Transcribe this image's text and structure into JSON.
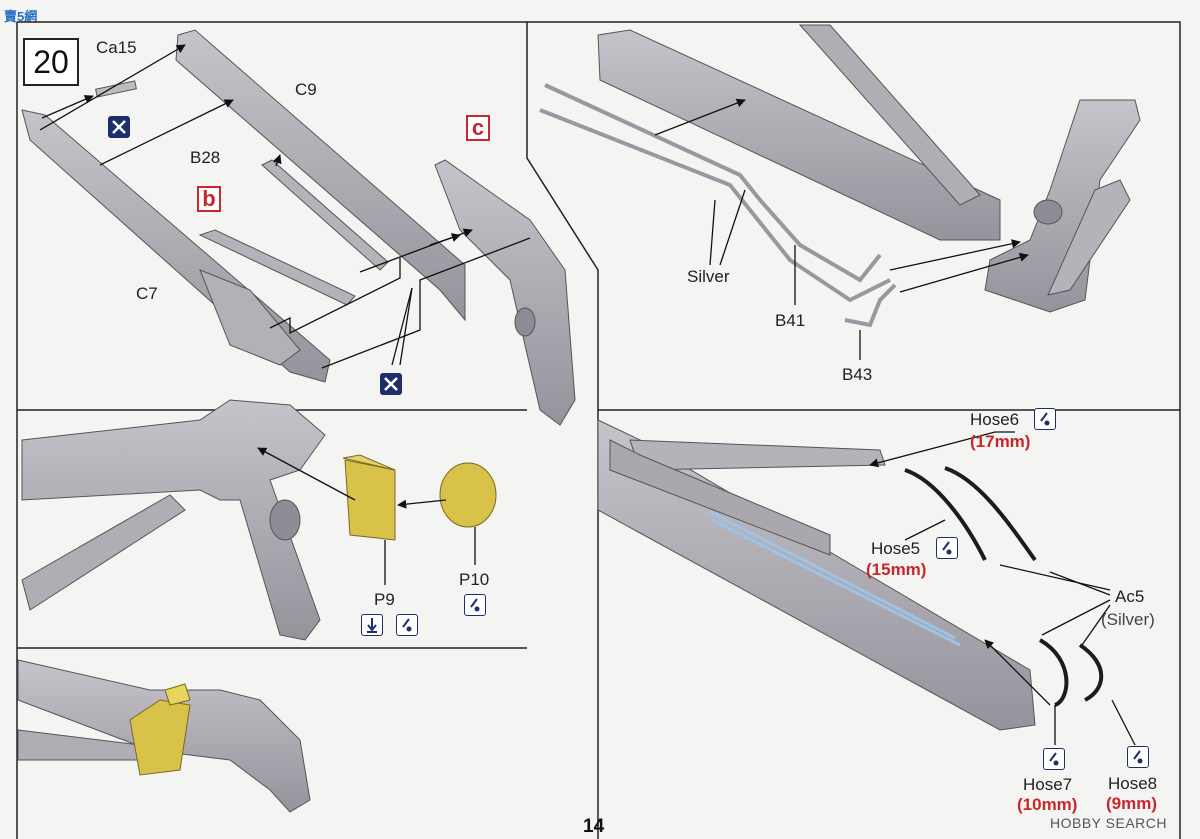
{
  "step_number": "20",
  "sub_steps": {
    "b": "b",
    "c": "c"
  },
  "parts": {
    "ca15": "Ca15",
    "c9": "C9",
    "b28": "B28",
    "c7": "C7",
    "p9": "P9",
    "p10": "P10",
    "b41": "B41",
    "b43": "B43",
    "hose5": "Hose5",
    "hose6": "Hose6",
    "hose7": "Hose7",
    "hose8": "Hose8",
    "ac5": "Ac5"
  },
  "colors_paint": {
    "silver_top": "Silver",
    "silver_ac5": "(Silver)"
  },
  "lengths": {
    "hose5": "(15mm)",
    "hose6": "(17mm)",
    "hose7": "(10mm)",
    "hose8": "(9mm)"
  },
  "page_number": "14",
  "watermark": "HOBBY SEARCH",
  "site_logo": "賣5網",
  "icon_names": [
    "do-not-glue-icon",
    "paint-icon",
    "glue-icon"
  ],
  "accent_colors": {
    "label_red": "#c8282c",
    "icon_navy": "#1d2f6a",
    "part_yellow": "#d8c24a",
    "part_gray": "#a8a5ad"
  }
}
